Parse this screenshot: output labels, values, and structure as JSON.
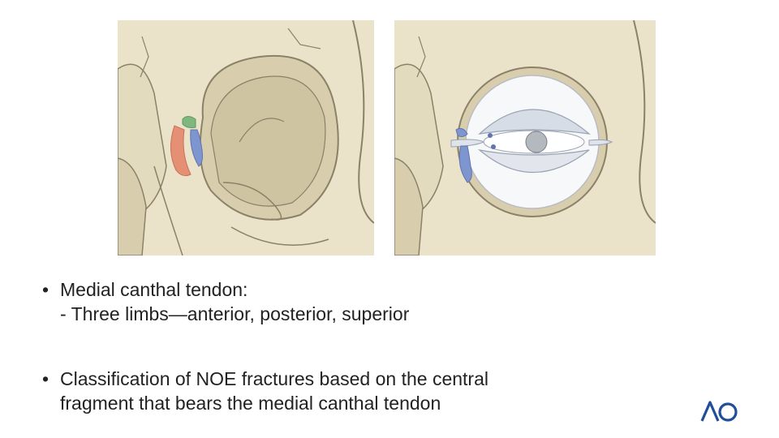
{
  "slide": {
    "bullets": [
      {
        "marker": "•",
        "lines": [
          "Medial canthal tendon:",
          "- Three limbs—anterior, posterior, superior"
        ]
      },
      {
        "marker": "•",
        "lines": [
          "Classification of NOE fractures based on the central",
          "fragment that bears the medial canthal tendon"
        ]
      }
    ]
  },
  "logo": {
    "text": "AO",
    "color": "#1f4e9c"
  },
  "illustrations": [
    {
      "subject": "orbit-bones-with-canthal-tendon-limbs"
    },
    {
      "subject": "orbit-with-eyelids-and-medial-canthal-tendon"
    }
  ],
  "colors": {
    "bone": "#eae3c9",
    "bone_shade": "#d8ceae",
    "outline": "#8a8168",
    "tendon_red": "#e58f74",
    "tendon_green": "#7fb77e",
    "tendon_blue": "#7f95cf"
  }
}
